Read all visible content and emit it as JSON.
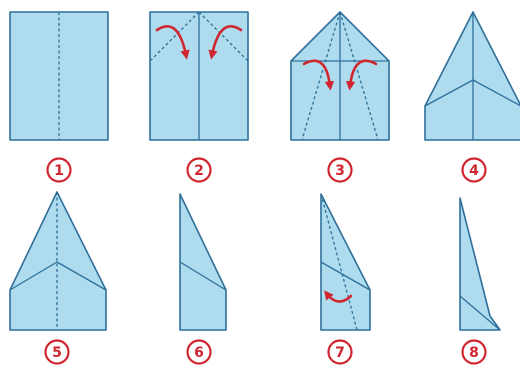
{
  "colors": {
    "paper": "#aedcee",
    "edge": "#2f6f9a",
    "accent": "#d0262f"
  },
  "steps": [
    {
      "number": "1",
      "icon": "flat-paper-icon"
    },
    {
      "number": "2",
      "icon": "fold-corners-icon"
    },
    {
      "number": "3",
      "icon": "fold-edges-to-center-icon"
    },
    {
      "number": "4",
      "icon": "folded-point-icon"
    },
    {
      "number": "5",
      "icon": "flipped-plane-icon"
    },
    {
      "number": "6",
      "icon": "folded-in-half-icon"
    },
    {
      "number": "7",
      "icon": "fold-wing-icon"
    },
    {
      "number": "8",
      "icon": "finished-plane-icon"
    }
  ]
}
